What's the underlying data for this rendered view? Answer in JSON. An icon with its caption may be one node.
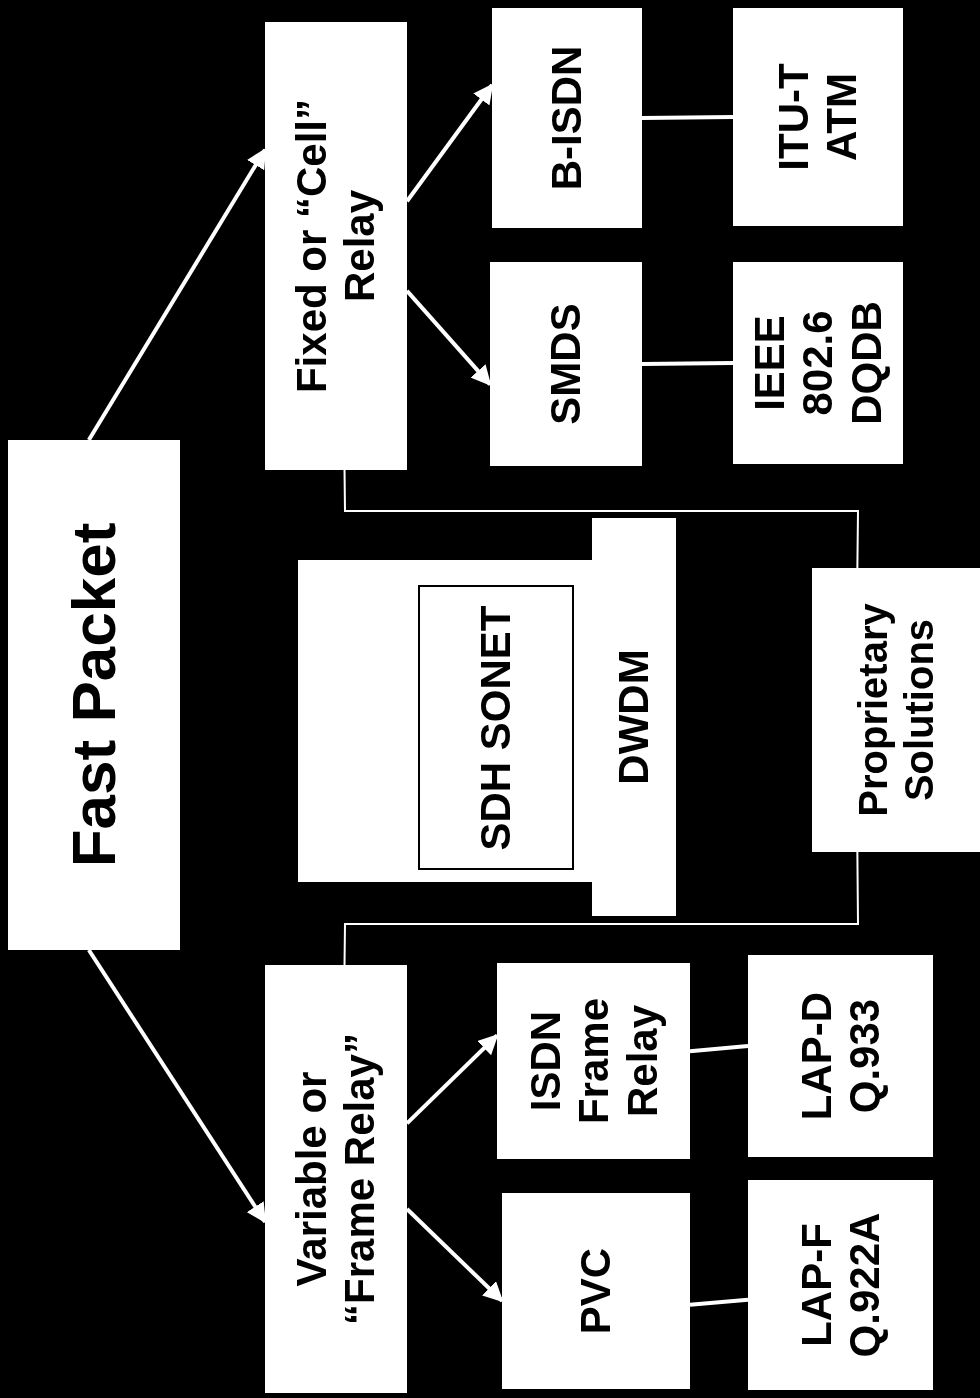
{
  "diagram": {
    "nodes": [
      {
        "text": [
          "Fast Packet"
        ]
      },
      {
        "text": [
          "Fixed or “Cell” Relay"
        ]
      },
      {
        "text": [
          "SMDS"
        ]
      },
      {
        "text": [
          "B-ISDN"
        ]
      },
      {
        "text": [
          "IEEE 802.6 DQDB"
        ]
      },
      {
        "text": [
          "ITU-T ATM"
        ]
      },
      {
        "text": [],
        "shape": "box"
      },
      {
        "text": [
          "SDH SONET"
        ],
        "in": 6
      },
      {
        "text": [
          "DWDM"
        ]
      },
      {
        "text": [
          "Proprietary Solutions"
        ]
      },
      {
        "text": [
          "Variable or “Frame Relay”"
        ]
      },
      {
        "text": [
          "ISDN Frame Relay"
        ]
      },
      {
        "text": [
          "PVC"
        ]
      },
      {
        "text": [
          "LAP-D Q.933"
        ]
      },
      {
        "text": [
          "LAP-F Q.922A"
        ]
      }
    ],
    "edges": [
      {
        "from": 0,
        "to": 1,
        "arrow": "to"
      },
      {
        "from": 0,
        "to": 10,
        "arrow": "to"
      },
      {
        "from": 1,
        "to": 3,
        "arrow": "to"
      },
      {
        "from": 1,
        "to": 2,
        "arrow": "to"
      },
      {
        "from": 3,
        "to": 5,
        "arrow": "none"
      },
      {
        "from": 2,
        "to": 4,
        "arrow": "none"
      },
      {
        "from": 1,
        "to": 9,
        "arrow": "none"
      },
      {
        "from": 10,
        "to": 9,
        "arrow": "none"
      },
      {
        "from": 10,
        "to": 11,
        "arrow": "to"
      },
      {
        "from": 10,
        "to": 12,
        "arrow": "to"
      },
      {
        "from": 11,
        "to": 13,
        "arrow": "none"
      },
      {
        "from": 12,
        "to": 14,
        "arrow": "none"
      }
    ]
  }
}
